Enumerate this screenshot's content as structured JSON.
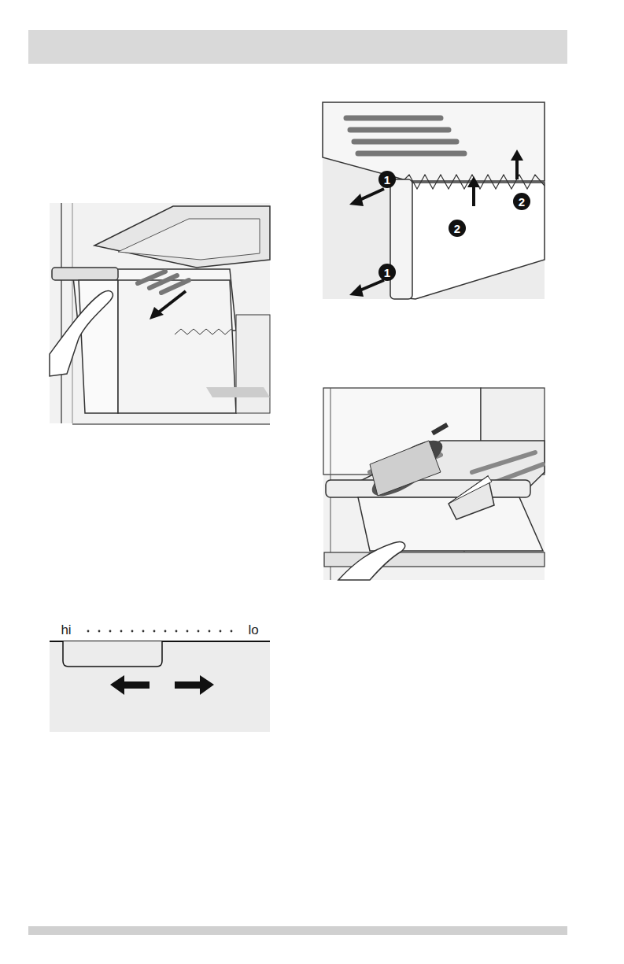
{
  "diagram": {
    "labels": [
      "1",
      "2",
      "2",
      "1",
      "hi",
      "lo"
    ]
  }
}
